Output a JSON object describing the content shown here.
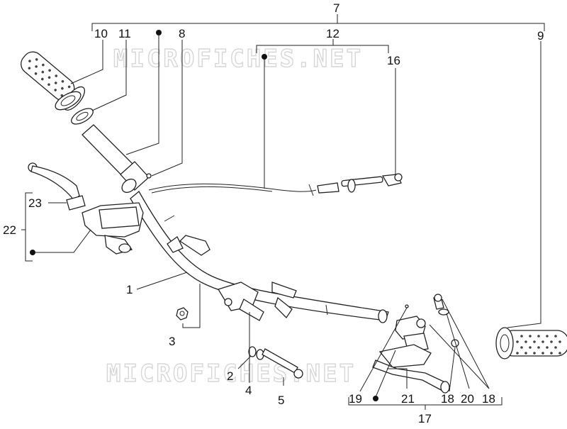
{
  "diagram": {
    "watermark": "MICROFICHES.NET",
    "callouts": {
      "c1": "1",
      "c2": "2",
      "c3": "3",
      "c4": "4",
      "c5": "5",
      "c7": "7",
      "c8": "8",
      "c9": "9",
      "c10": "10",
      "c11": "11",
      "c12": "12",
      "c16": "16",
      "c17": "17",
      "c18a": "18",
      "c18b": "18",
      "c19": "19",
      "c20": "20",
      "c21": "21",
      "c22": "22",
      "c23": "23"
    }
  }
}
